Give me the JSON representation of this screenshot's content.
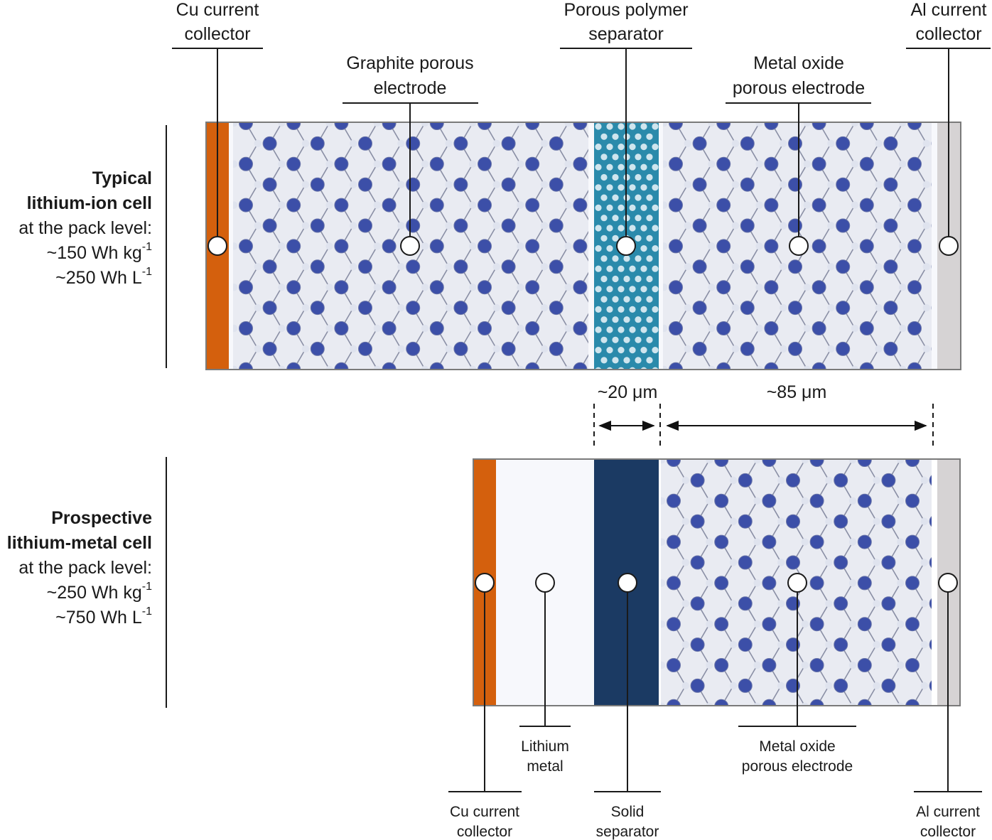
{
  "diagram": {
    "colors": {
      "copper": "#d4600d",
      "aluminum": "#d6d3d4",
      "electrode_bg": "#e9ebf2",
      "atom": "#3c4fa8",
      "bond": "#8a8fa5",
      "porous_separator": "#2a8aab",
      "solid_separator": "#1b3a63",
      "lithium_metal": "#f7f8fc",
      "outline": "#7a7a7a"
    },
    "li_ion": {
      "title_line1": "Typical",
      "title_line2": "lithium-ion cell",
      "line3": "at the pack level:",
      "energy_grav": "~150 Wh kg",
      "energy_grav_sup": "-1",
      "energy_vol": "~250 Wh L",
      "energy_vol_sup": "-1",
      "labels": {
        "cu": [
          "Cu current",
          "collector"
        ],
        "graphite": [
          "Graphite porous",
          "electrode"
        ],
        "separator": [
          "Porous polymer",
          "separator"
        ],
        "metal_oxide": [
          "Metal oxide",
          "porous electrode"
        ],
        "al": [
          "Al current",
          "collector"
        ]
      }
    },
    "dimensions": {
      "separator": "~20 μm",
      "cathode": "~85 μm"
    },
    "li_metal": {
      "title_line1": "Prospective",
      "title_line2": "lithium-metal cell",
      "line3": "at the pack level:",
      "energy_grav": "~250 Wh kg",
      "energy_grav_sup": "-1",
      "energy_vol": "~750 Wh L",
      "energy_vol_sup": "-1",
      "labels": {
        "lithium": [
          "Lithium",
          "metal"
        ],
        "metal_oxide": [
          "Metal oxide",
          "porous electrode"
        ],
        "cu": [
          "Cu current",
          "collector"
        ],
        "separator": [
          "Solid",
          "separator"
        ],
        "al": [
          "Al current",
          "collector"
        ]
      }
    }
  }
}
